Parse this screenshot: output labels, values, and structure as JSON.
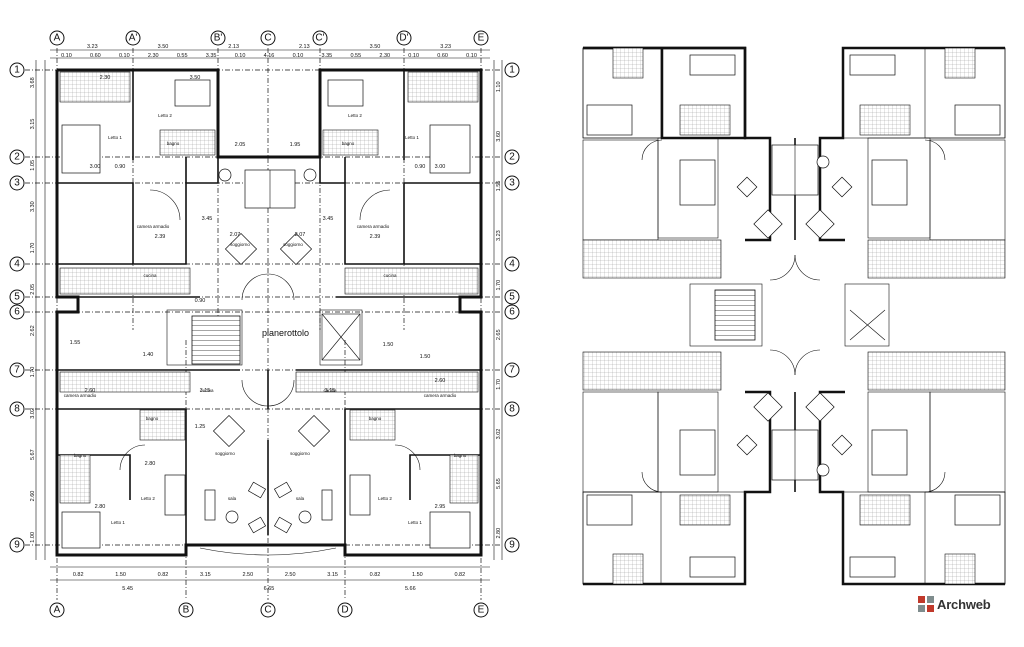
{
  "grid_columns": [
    "A",
    "A'",
    "B'",
    "C",
    "C'",
    "D'",
    "E"
  ],
  "grid_columns_bottom": [
    "A",
    "B",
    "C",
    "D",
    "E"
  ],
  "grid_rows": [
    "1",
    "2",
    "3",
    "4",
    "5",
    "6",
    "7",
    "8",
    "9"
  ],
  "dims_top_row1": [
    "3.23",
    "3.50",
    "2.13",
    "2.13",
    "3.50",
    "3.23"
  ],
  "dims_top_row2": [
    "0.10",
    "0.60",
    "0.10",
    "2.30",
    "0.55",
    "3.35",
    "0.10",
    "4.16",
    "0.10",
    "3.35",
    "0.55",
    "2.30",
    "0.10",
    "0.60",
    "0.10"
  ],
  "dims_bottom_row1": [
    "0.82",
    "1.50",
    "0.82",
    "3.15",
    "2.50",
    "2.50",
    "3.15",
    "0.82",
    "1.50",
    "0.82"
  ],
  "dims_bottom_row2": [
    "5.45",
    "6.65",
    "5.66"
  ],
  "dims_left": [
    "3.68",
    "3.15",
    "1.05",
    "3.30",
    "1.70",
    "2.05",
    "2.62",
    "1.70",
    "3.02",
    "5.67",
    "2.60",
    "1.00"
  ],
  "dims_right": [
    "1.10",
    "3.60",
    "1.55",
    "3.23",
    "1.70",
    "2.65",
    "1.70",
    "3.02",
    "5.65",
    "2.80"
  ],
  "inner_dims": [
    "2.30",
    "3.50",
    "2.05",
    "1.95",
    "3.00",
    "3.00",
    "0.90",
    "0.90",
    "3.45",
    "3.45",
    "2.07",
    "2.07",
    "2.39",
    "2.39",
    "0.90",
    "1.55",
    "1.40",
    "1.50",
    "1.50",
    "2.60",
    "3.15",
    "3.15",
    "2.60",
    "1.25",
    "2.95",
    "2.80",
    "2.80"
  ],
  "room_labels": {
    "landing": "pianerottolo",
    "bed1": "Letto 1",
    "bed2": "Letto 2",
    "bath": "bagno",
    "kitchen": "cucina",
    "living": "soggiorno",
    "hall": "sala",
    "dressing": "camera armadio"
  },
  "brand": {
    "name": "Archweb",
    "accent": "#c0392b"
  }
}
